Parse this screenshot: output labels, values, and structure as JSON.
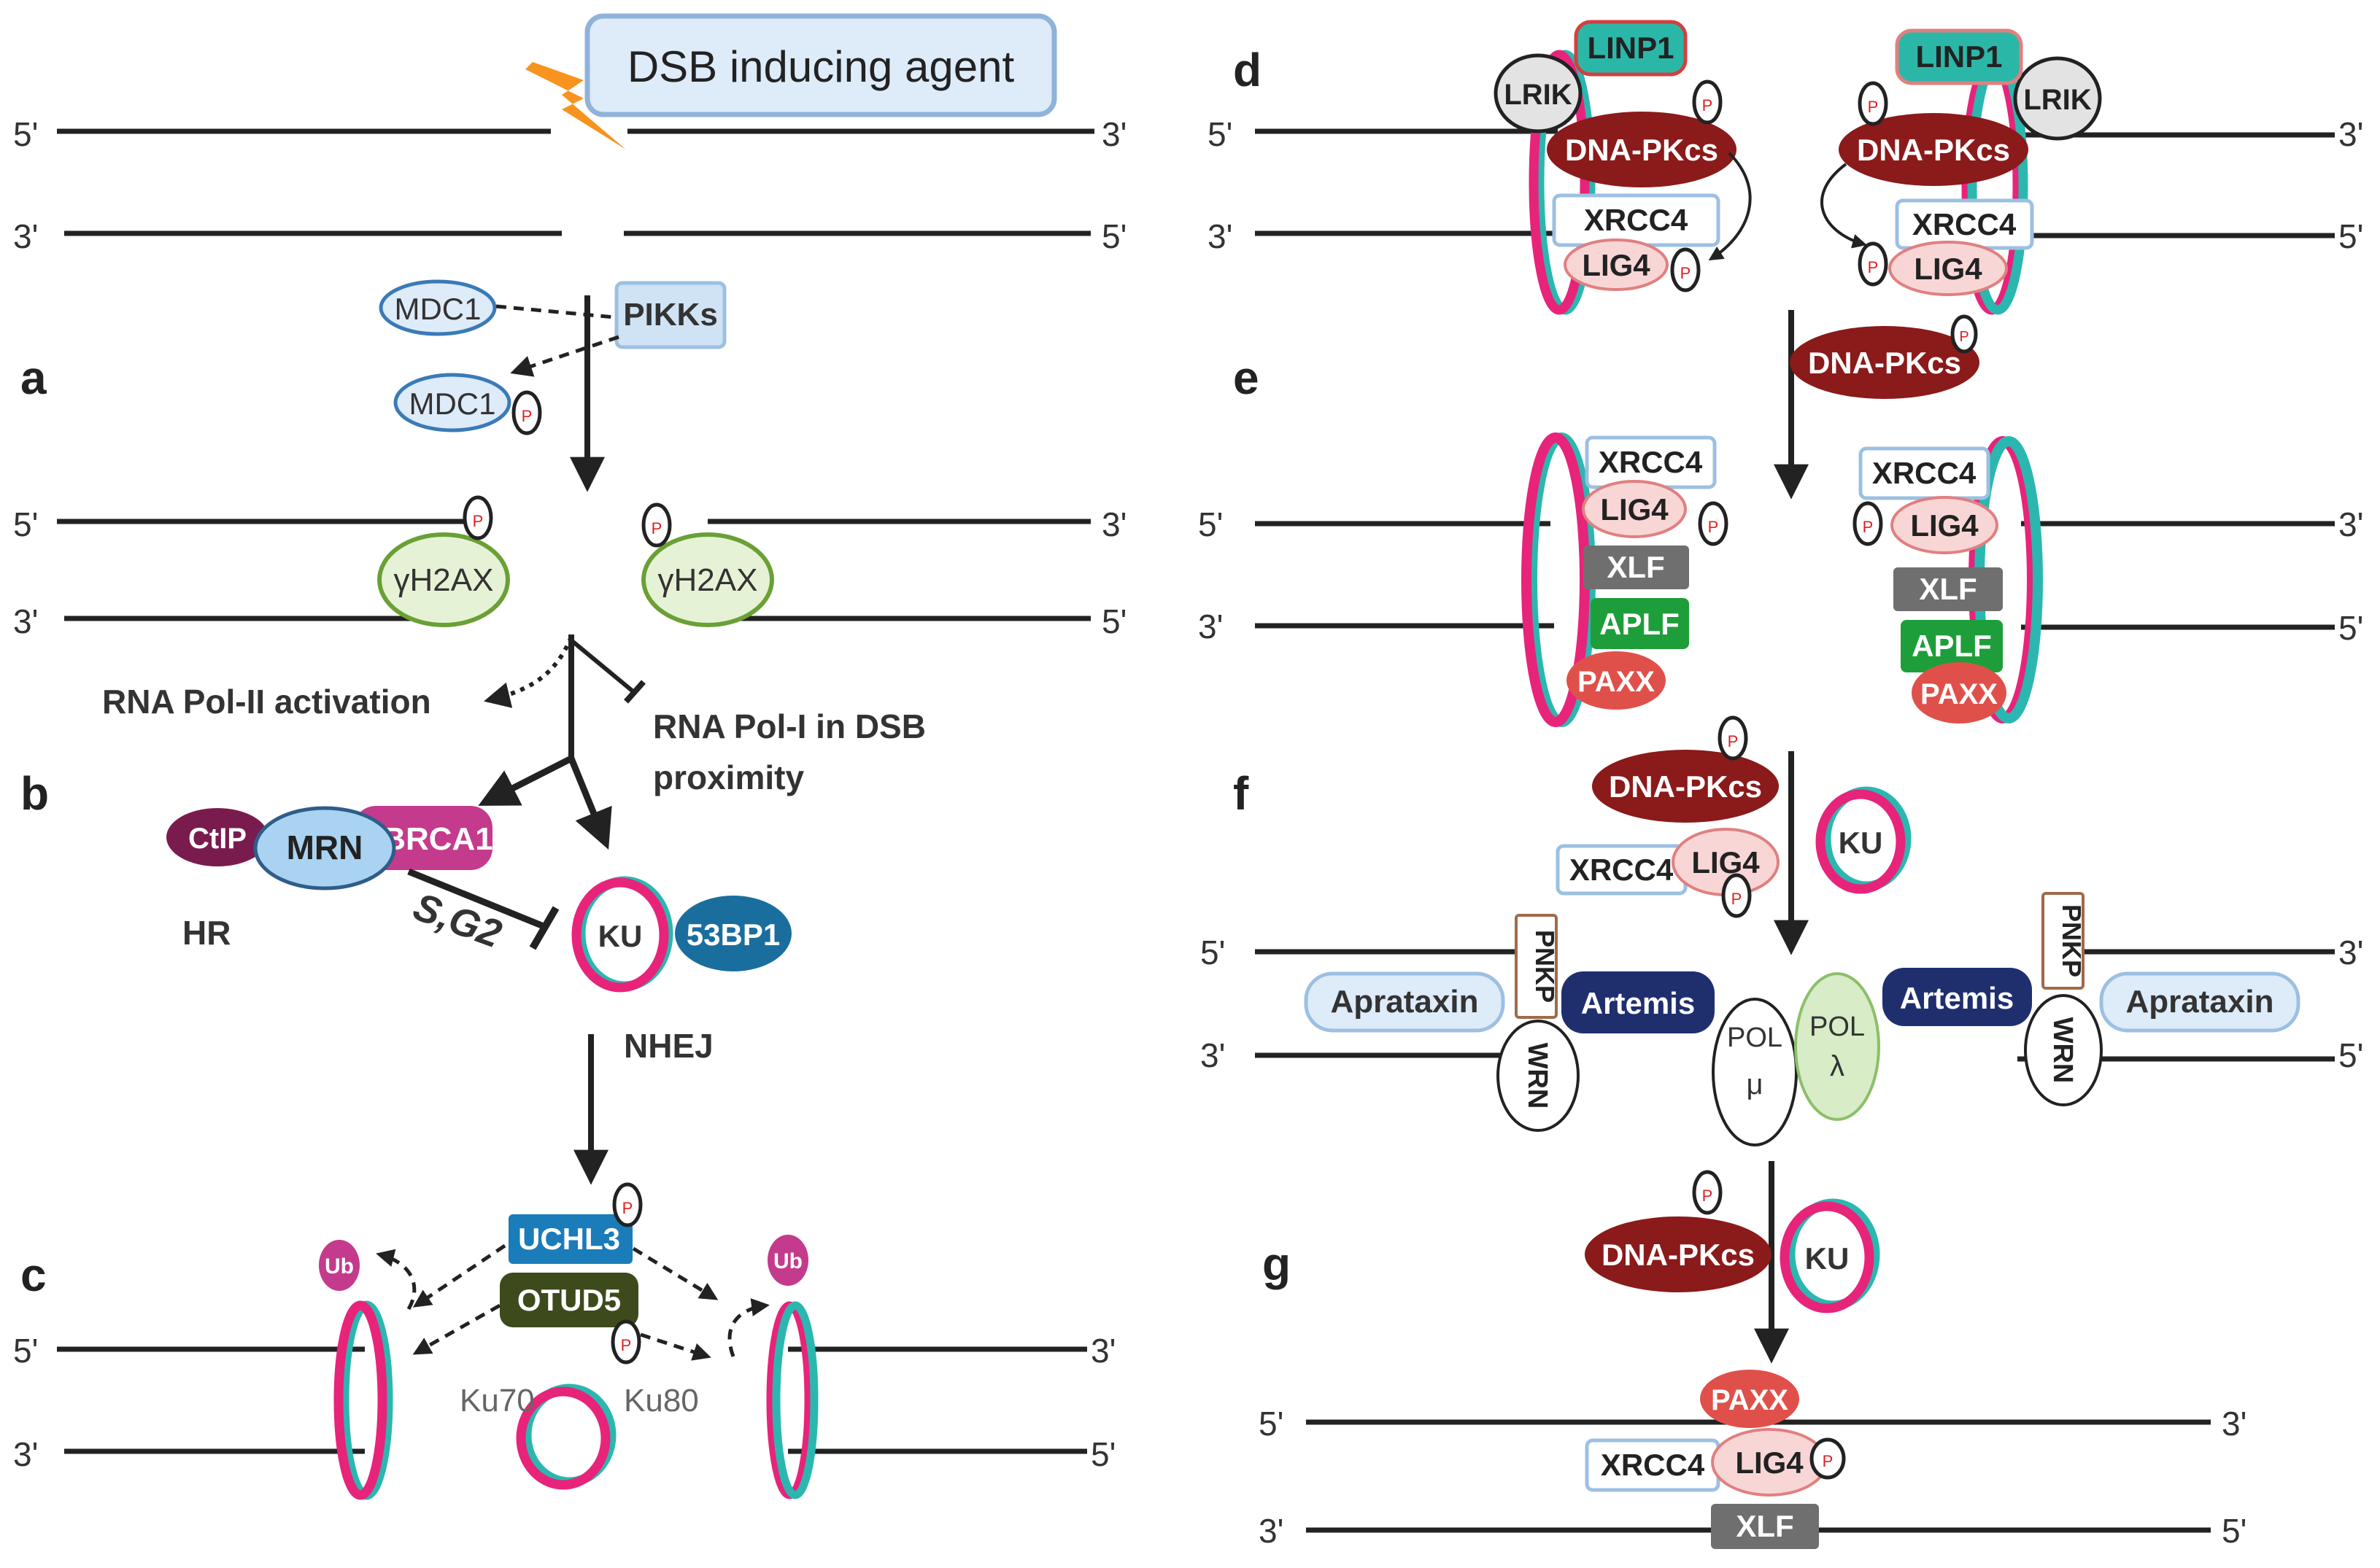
{
  "agent_label": "DSB inducing agent",
  "ends": {
    "five": "5'",
    "three": "3'"
  },
  "panels": {
    "a": "a",
    "b": "b",
    "c": "c",
    "d": "d",
    "e": "e",
    "f": "f",
    "g": "g"
  },
  "proteins": {
    "mdc1": "MDC1",
    "pikks": "PIKKs",
    "gh2ax": "γH2AX",
    "ctip": "CtIP",
    "mrn": "MRN",
    "brca1": "BRCA1",
    "ku": "KU",
    "bp53": "53BP1",
    "uchl3": "UCHL3",
    "otud5": "OTUD5",
    "ub": "Ub",
    "ku70": "Ku70",
    "ku80": "Ku80",
    "linp1": "LINP1",
    "lrik": "LRIK",
    "dnapkcs": "DNA-PKcs",
    "xrcc4": "XRCC4",
    "lig4": "LIG4",
    "xlf": "XLF",
    "aplf": "APLF",
    "paxx": "PAXX",
    "pnkp": "PNKP",
    "artemis": "Artemis",
    "aprataxin": "Aprataxin",
    "wrn": "WRN",
    "pol": "POL",
    "mu": "μ",
    "lambda": "λ",
    "p": "P"
  },
  "labels": {
    "pol2": "RNA Pol-II activation",
    "pol1_line1": "RNA Pol-I in DSB",
    "pol1_line2": "proximity",
    "hr": "HR",
    "nhej": "NHEJ",
    "sg2": "S,G2"
  },
  "colors": {
    "ku_pink": "#e8237a",
    "ku_teal": "#2bb7b0",
    "dnapkcs": "#8b1a1a",
    "linp1": "#2bb7a8",
    "artemis": "#1f2f6e",
    "aplf": "#1e9e3a",
    "paxx": "#e0504a",
    "xlf": "#6f6f6f",
    "mrn": "#a9d3f0",
    "brca1": "#c43a8c",
    "ctip": "#7a1b4e",
    "bp53": "#1a6e9e",
    "uchl3": "#1a7cb8",
    "otud5": "#3d4a1c"
  }
}
